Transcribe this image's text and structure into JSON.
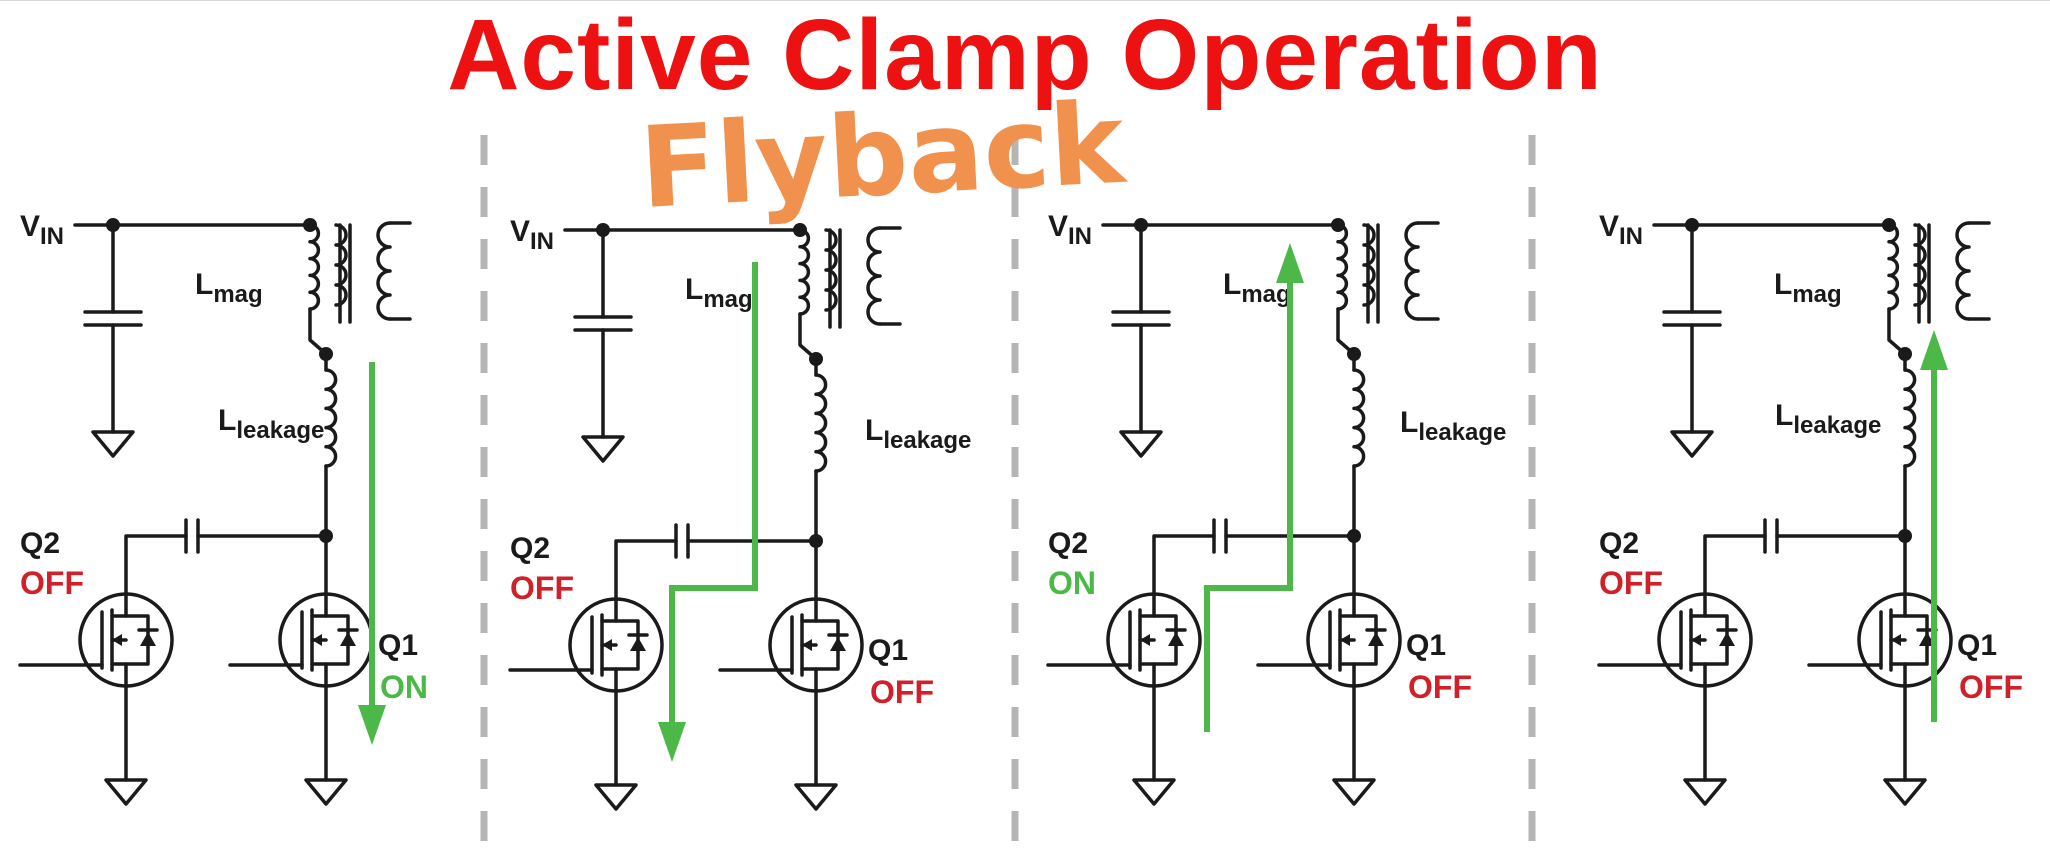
{
  "title": {
    "text": "Active Clamp Operation",
    "color": "#ee1111"
  },
  "annotation": {
    "text": "Flyback",
    "color": "#f0924d"
  },
  "colors": {
    "wire": "#1a1a1a",
    "divider": "#b5b5b5",
    "current_arrow": "#4cb847",
    "state_on": "#4cb847",
    "state_off": "#d0212b"
  },
  "labels": {
    "vin_main": "V",
    "vin_sub": "IN",
    "lmag_main": "L",
    "lmag_sub": "mag",
    "lleak_main": "L",
    "lleak_sub": "leakage",
    "q1": "Q1",
    "q2": "Q2"
  },
  "panels": [
    {
      "q2_state": "OFF",
      "q1_state": "ON",
      "current_path": "down-through-Q1"
    },
    {
      "q2_state": "OFF",
      "q1_state": "OFF",
      "current_path": "down-through-clamp-Q2"
    },
    {
      "q2_state": "ON",
      "q1_state": "OFF",
      "current_path": "up-through-Q2-to-magnetizing"
    },
    {
      "q2_state": "OFF",
      "q1_state": "OFF",
      "current_path": "up-to-transformer"
    }
  ]
}
